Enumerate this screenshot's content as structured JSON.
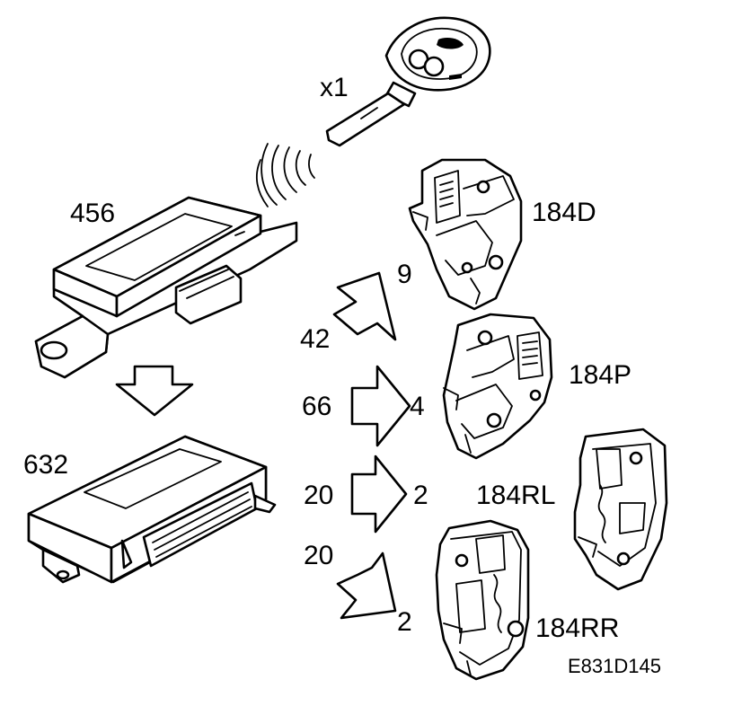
{
  "labels": {
    "key_qty": "x1",
    "module_456": "456",
    "module_632": "632",
    "lock_184d": "184D",
    "lock_184p": "184P",
    "lock_184rl": "184RL",
    "lock_184rr": "184RR",
    "arrow1_in": "42",
    "arrow1_out": "9",
    "arrow2_in": "66",
    "arrow2_out": "4",
    "arrow3_in": "20",
    "arrow3_out": "2",
    "arrow4_in": "20",
    "arrow4_out": "2",
    "figure_id": "E831D145"
  }
}
